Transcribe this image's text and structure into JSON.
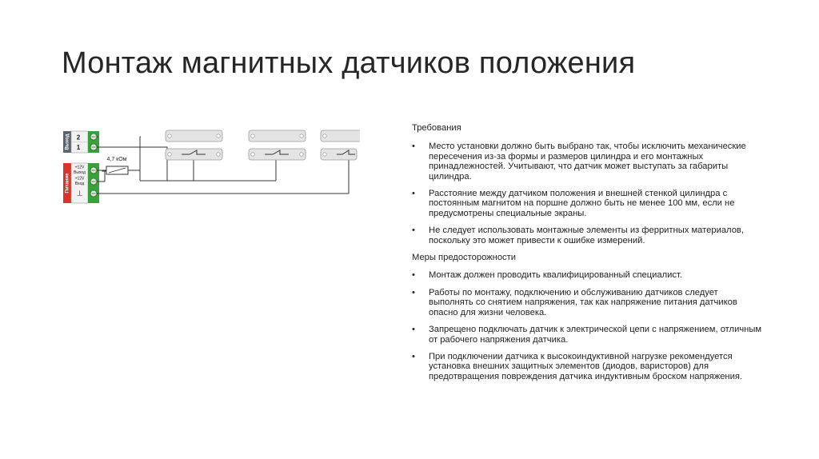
{
  "slide": {
    "title": "Монтаж магнитных датчиков положения"
  },
  "diagram": {
    "top_module_label": "Выход",
    "top_terminals": [
      "2",
      "1"
    ],
    "resistor_label": "4,7 кОм",
    "bottom_module_label": "Питание",
    "bottom_terminals": [
      "+12V",
      "Выход",
      "+12V",
      "Вход",
      "⊥"
    ],
    "colors": {
      "terminal_green": "#3aa03a",
      "module_red": "#d9342b",
      "module_grey": "#5a6470",
      "sensor_body": "#e4e4e4",
      "wire": "#333333"
    }
  },
  "requirements": {
    "heading": "Требования",
    "items": [
      "Место установки должно быть выбрано так, чтобы исключить механические пересечения из-за формы и размеров цилиндра и его монтажных принадлежностей. Учитывают, что датчик может выступать за габариты цилиндра.",
      "Расстояние между датчиком положения и внешней стенкой цилиндра с постоянным магнитом на поршне должно быть не менее 100 мм, если не предусмотрены специальные экраны.",
      "Не следует использовать монтажные элементы из ферритных материалов, поскольку это может привести к ошибке измерений."
    ]
  },
  "precautions": {
    "heading": "Меры предосторожности",
    "items": [
      "Монтаж должен проводить квалифицированный специалист.",
      "Работы по монтажу, подключению и обслуживанию датчиков следует выполнять со снятием напряжения, так как напряжение питания датчиков опасно для жизни человека.",
      "Запрещено подключать датчик к электрической цепи с напряжением, отличным от рабочего напряжения датчика.",
      "При подключении датчика к высокоиндуктивной нагрузке рекомендуется установка внешних защитных элементов (диодов, варисторов) для предотвращения повреждения датчика индуктивным броском напряжения."
    ]
  }
}
